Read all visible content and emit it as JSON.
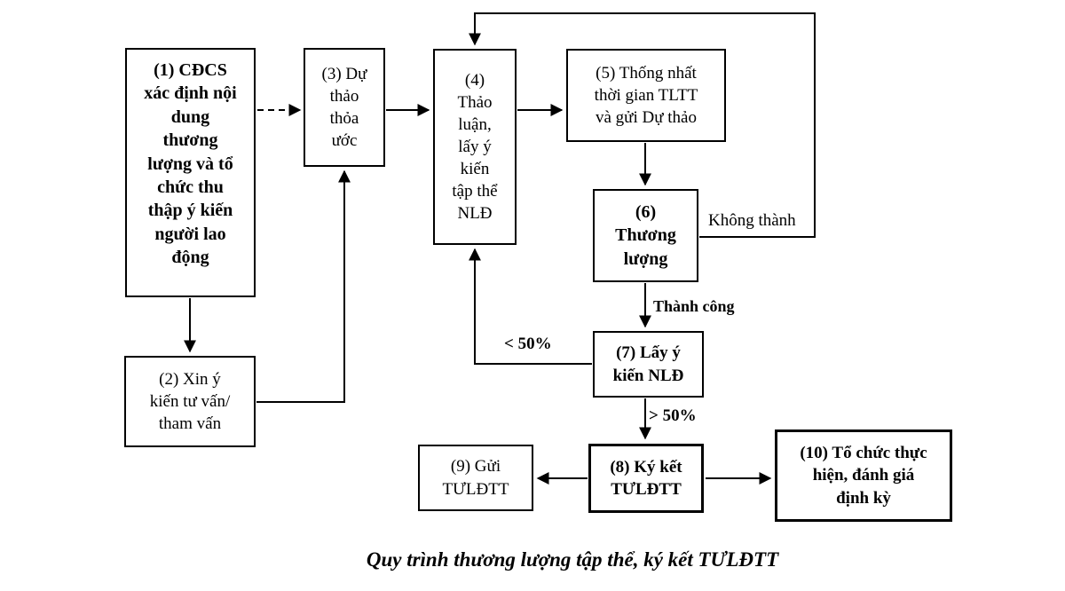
{
  "diagram": {
    "title_caption": "Quy trình thương lượng tập thể, ký kết TƯLĐTT",
    "colors": {
      "line": "#000000",
      "background": "#ffffff",
      "text": "#000000"
    },
    "boxes": [
      {
        "id": "1",
        "label": "(1) CĐCS\nxác định nội\ndung\nthương\nlượng và tổ\nchức thu\nthập ý kiến\nngười lao\nđộng",
        "bold": true
      },
      {
        "id": "2",
        "label": "(2) Xin ý\nkiến tư vấn/\ntham vấn",
        "bold": false
      },
      {
        "id": "3",
        "label": "(3) Dự\nthảo\nthỏa\nước",
        "bold": false
      },
      {
        "id": "4",
        "label": "(4)\nThảo\nluận,\nlấy ý\nkiến\ntập thể\nNLĐ",
        "bold": false
      },
      {
        "id": "5",
        "label": "(5) Thống nhất\nthời gian TLTT\nvà gửi Dự thảo",
        "bold": false
      },
      {
        "id": "6",
        "label": "(6)\nThương\nlượng",
        "bold": true
      },
      {
        "id": "7",
        "label": "(7) Lấy ý\nkiến NLĐ",
        "bold": true
      },
      {
        "id": "8",
        "label": "(8) Ký kết\nTƯLĐTT",
        "bold": true
      },
      {
        "id": "9",
        "label": "(9) Gửi\nTƯLĐTT",
        "bold": false
      },
      {
        "id": "10",
        "label": "(10) Tổ chức thực\nhiện, đánh giá\nđịnh kỳ",
        "bold": true
      }
    ],
    "edge_labels": {
      "khong_thanh": "Không thành",
      "thanh_cong": "Thành công",
      "lt50": "< 50%",
      "gt50": "> 50%"
    }
  }
}
